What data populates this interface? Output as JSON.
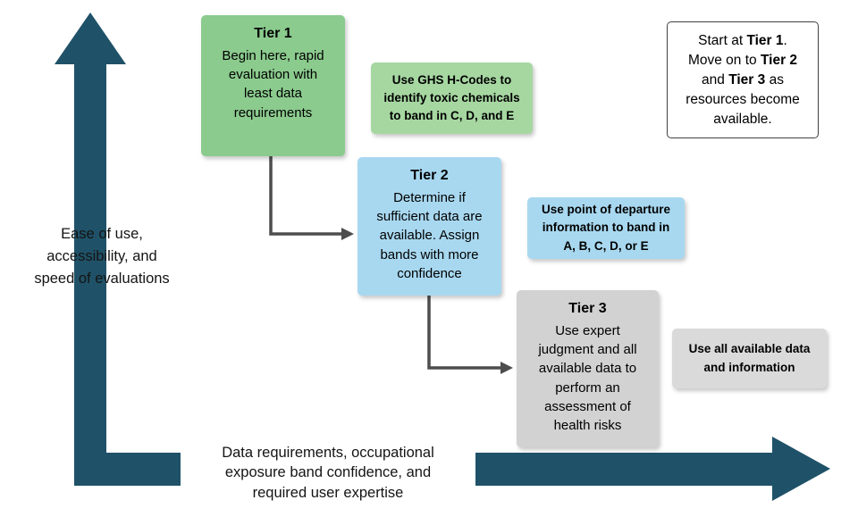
{
  "colors": {
    "axis_arrow": "#1F5268",
    "connector": "#4D4D4D",
    "tier1_bg": "#8BCB8E",
    "green_note_bg": "#A6D7A1",
    "tier2_bg": "#A8D8F0",
    "blue_note_bg": "#A8D8F0",
    "tier3_bg": "#D2D2D2",
    "gray_note_bg": "#DADADA",
    "start_box_border": "#414141"
  },
  "axis": {
    "y_label": "Ease of use,\naccessibility, and\nspeed of evaluations",
    "x_label": "Data requirements, occupational\nexposure band confidence, and\nrequired user expertise"
  },
  "tiers": {
    "tier1": {
      "title": "Tier 1",
      "body": "Begin here, rapid\nevaluation with\nleast data\nrequirements"
    },
    "tier2": {
      "title": "Tier 2",
      "body": "Determine if\nsufficient data are\navailable. Assign\nbands with more\nconfidence"
    },
    "tier3": {
      "title": "Tier 3",
      "body": "Use expert\njudgment and all\navailable data to\nperform an\nassessment of\nhealth risks"
    }
  },
  "notes": {
    "green": "Use GHS H-Codes to\nidentify toxic chemicals\nto band in C, D, and E",
    "blue": "Use point of departure\ninformation to band in\nA, B, C, D, or E",
    "gray": "Use all available data\nand information",
    "start_segments": [
      {
        "text": "Start at ",
        "bold": false
      },
      {
        "text": "Tier 1",
        "bold": true
      },
      {
        "text": ".",
        "bold": false,
        "break": true
      },
      {
        "text": "Move on to ",
        "bold": false
      },
      {
        "text": "Tier 2",
        "bold": true,
        "break": true
      },
      {
        "text": "and ",
        "bold": false
      },
      {
        "text": "Tier 3",
        "bold": true
      },
      {
        "text": " as",
        "bold": false,
        "break": true
      },
      {
        "text": "resources become",
        "bold": false,
        "break": true
      },
      {
        "text": "available.",
        "bold": false
      }
    ]
  }
}
